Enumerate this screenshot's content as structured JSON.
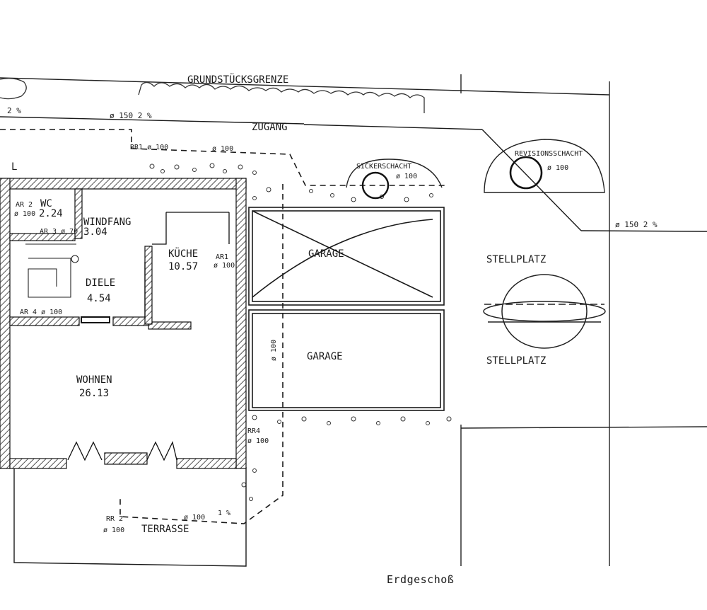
{
  "plan": {
    "caption": "Erdgeschoß",
    "boundary_label": "GRUNDSTÜCKSGRENZE",
    "path_label": "ZUGANG",
    "pipes": {
      "top_left_slope": "2 %",
      "top_main": "ø 150    2 %",
      "right_main": "ø 150  2 %",
      "rr1": "RR1 ø 100",
      "rr1_b": "ø 100",
      "rr2": "RR 2",
      "rr2_dia": "ø 100",
      "rr4": "RR4",
      "rr4_dia": "ø 100",
      "ar1": "AR1",
      "ar1_dia": "ø 100",
      "ar2": "AR 2",
      "ar2_dia": "ø 100",
      "ar3": "AR 3 ø 70",
      "ar4": "AR 4 ø 100",
      "garage_pipe": "ø 100",
      "terrace_pipe": "ø 100",
      "terrace_slope": "1 %"
    },
    "shafts": {
      "infiltration": "SICKERSCHACHT",
      "infiltration_dia": "ø 100",
      "inspection": "REVISIONSSCHACHT",
      "inspection_dia": "ø 100"
    },
    "rooms": {
      "wc_name": "WC",
      "wc_area": "2.24",
      "windfang_name": "WINDFANG",
      "windfang_area": "3.04",
      "kueche_name": "KÜCHE",
      "kueche_area": "10.57",
      "diele_name": "DIELE",
      "diele_area": "4.54",
      "wohnen_name": "WOHNEN",
      "wohnen_area": "26.13"
    },
    "garage_1": "GARAGE",
    "garage_2": "GARAGE",
    "parking_1": "STELLPLATZ",
    "parking_2": "STELLPLATZ",
    "terrace": "TERRASSE",
    "wall_mark": "L"
  }
}
